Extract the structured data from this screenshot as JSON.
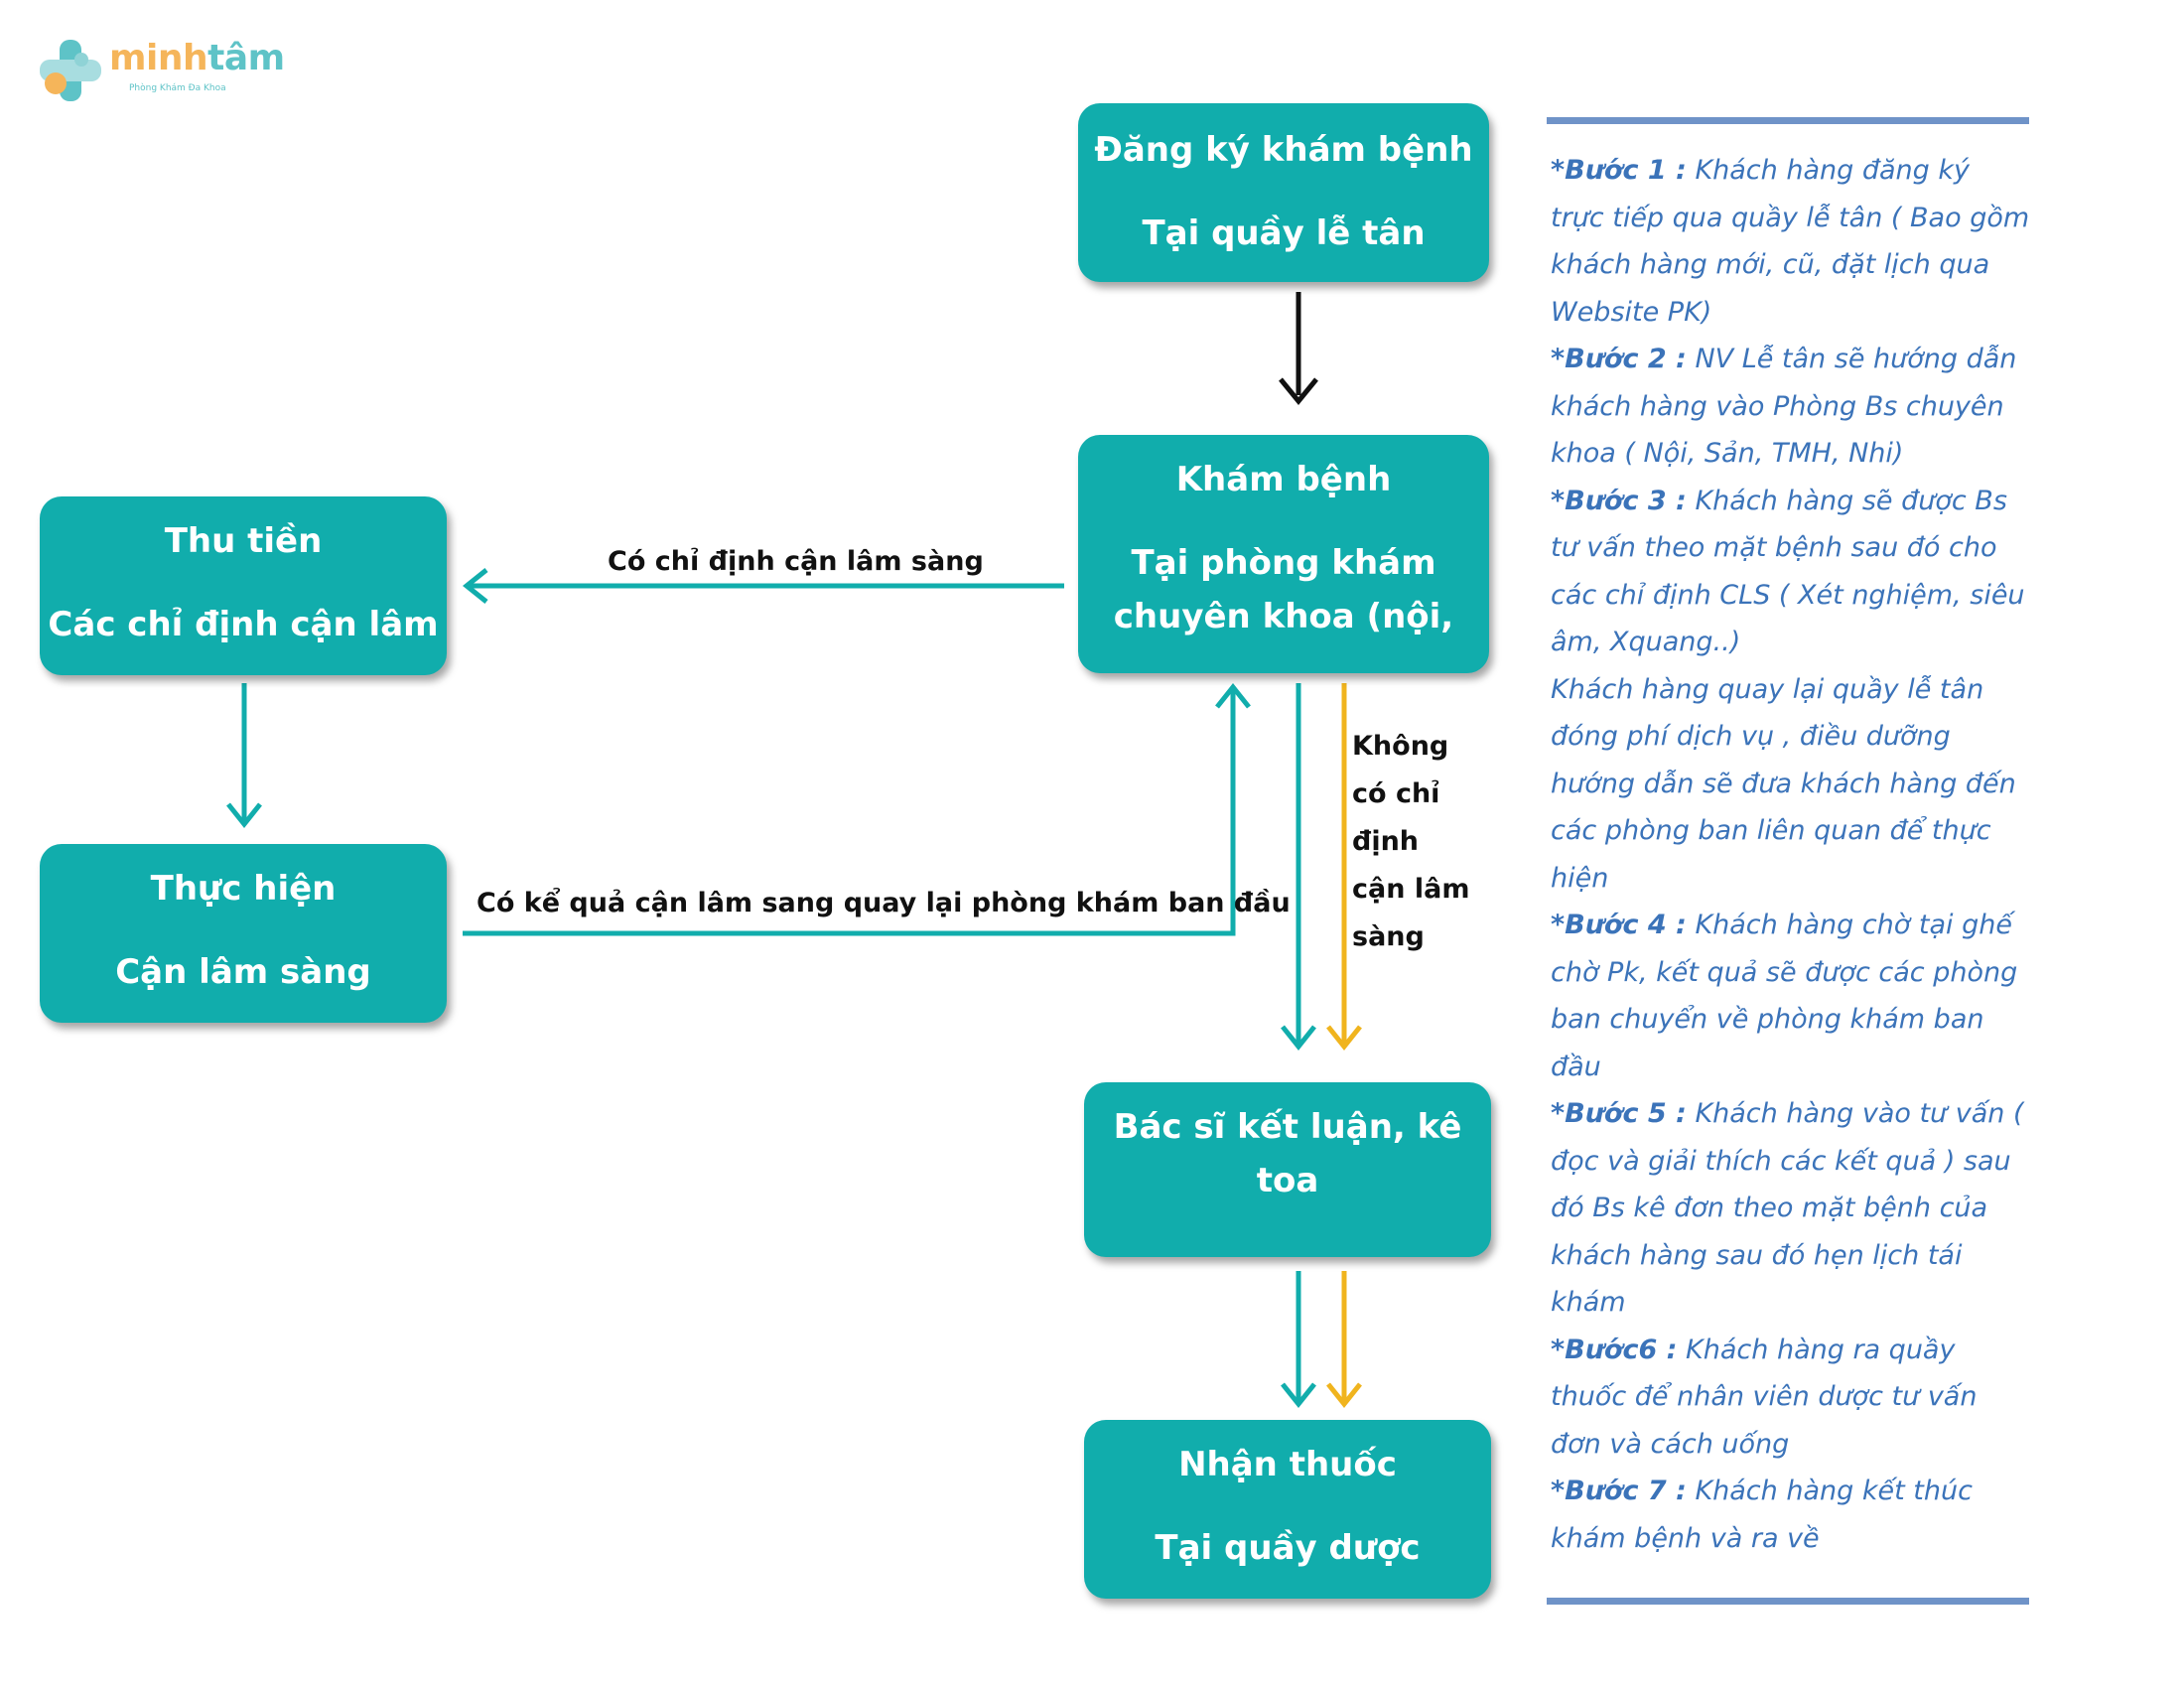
{
  "logo": {
    "word_part1": "minh",
    "word_part2": "tâm",
    "subtitle": "Phòng Khám Đa Khoa"
  },
  "boxes": {
    "register": {
      "line1": "Đăng ký khám bệnh",
      "line2": "Tại quầy lễ tân"
    },
    "exam": {
      "line1": "Khám bệnh",
      "line2": "Tại phòng khám",
      "line3": "chuyên khoa (nội,"
    },
    "payment": {
      "line1": "Thu tiền",
      "line2": "Các chỉ định cận lâm"
    },
    "perform": {
      "line1": "Thực hiện",
      "line2": "Cận lâm sàng"
    },
    "conclude": {
      "line1": "Bác sĩ kết luận, kê",
      "line2": "toa"
    },
    "medicine": {
      "line1": "Nhận thuốc",
      "line2": "Tại quầy dược"
    }
  },
  "labels": {
    "has_cls": "Có chỉ định cận lâm sàng",
    "return": "Có kể quả cận lâm sang quay lại phòng khám ban đầu",
    "no_cls_lines": [
      "Không",
      "có chỉ",
      "định",
      "cận lâm",
      "sàng"
    ]
  },
  "steps": [
    {
      "label": "*Bước 1 :",
      "text": " Khách hàng đăng ký trực tiếp qua quầy lễ tân ( Bao gồm khách hàng mới, cũ, đặt lịch qua Website PK)"
    },
    {
      "label": "*Bước 2 :",
      "text": " NV Lễ tân sẽ hướng dẫn khách hàng vào Phòng Bs chuyên khoa ( Nội, Sản, TMH, Nhi)"
    },
    {
      "label": "*Bước 3 :",
      "text": " Khách hàng sẽ được Bs tư vấn theo mặt bệnh sau đó cho các chỉ định CLS ( Xét nghiệm, siêu âm, Xquang..)"
    },
    {
      "label": "",
      "text": "Khách hàng quay lại quầy lễ tân đóng phí dịch vụ , điều dưỡng hướng dẫn sẽ đưa khách hàng đến các phòng ban liên quan để thực hiện"
    },
    {
      "label": "*Bước 4 :",
      "text": " Khách hàng chờ tại ghế chờ Pk, kết quả sẽ được các phòng ban chuyển về phòng khám ban đầu"
    },
    {
      "label": "*Bước 5 :",
      "text": " Khách hàng vào tư vấn ( đọc và giải thích các kết quả ) sau đó Bs kê đơn theo mặt bệnh của khách hàng sau đó hẹn lịch tái khám"
    },
    {
      "label": "*Bước6 :",
      "text": " Khách hàng ra quầy thuốc để nhân viên dược tư vấn đơn và cách uống"
    },
    {
      "label": "*Bước 7 :",
      "text": " Khách hàng kết thúc khám bệnh và ra về"
    }
  ],
  "colors": {
    "box": "#11adac",
    "arrow_teal": "#11adac",
    "arrow_gold": "#f0b41e",
    "arrow_black": "#111111",
    "steps_text": "#3b73b9",
    "steps_rule": "#6f93c8"
  }
}
